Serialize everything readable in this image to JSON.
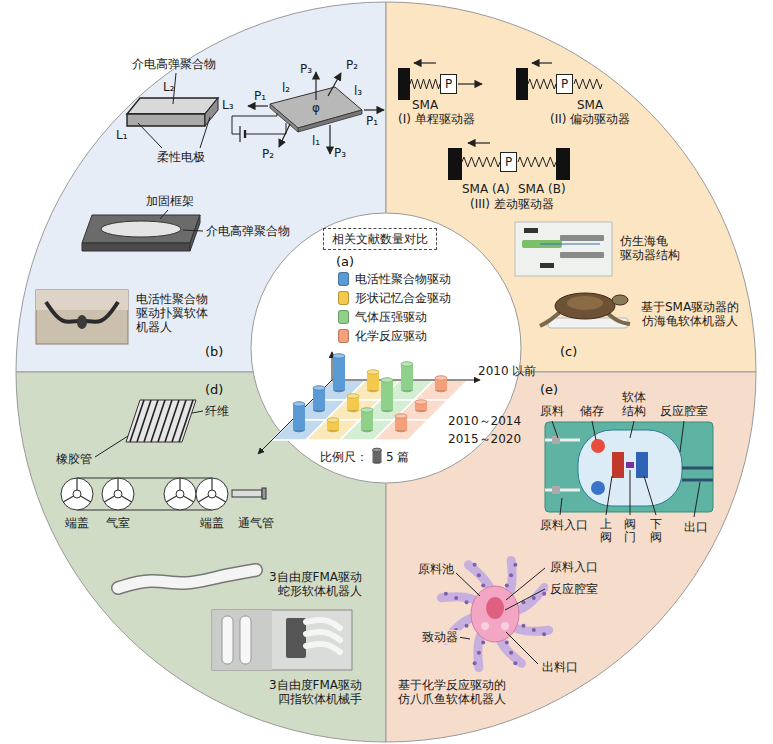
{
  "diagram": {
    "nodes": [
      {
        "text": [
          "(a)"
        ]
      },
      {
        "text": [
          "相关文献数量对比"
        ],
        "in": 0
      },
      {
        "text": [
          "(b)"
        ]
      },
      {
        "text": [
          "(c)"
        ]
      },
      {
        "text": [
          "P"
        ],
        "in": 3
      },
      {
        "text": [
          "P"
        ],
        "in": 3
      },
      {
        "text": [
          "P"
        ],
        "in": 3
      },
      {
        "text": [
          "(d)"
        ]
      },
      {
        "text": [
          "(e)"
        ]
      }
    ],
    "labels": [
      "介电高弹聚合物",
      "L₂",
      "L₃",
      "L₁",
      "柔性电极",
      "P₃",
      "P₂",
      "P₁",
      "l₂",
      "l₃",
      "φ",
      "P₁",
      "l₁",
      "P₂",
      "P₃",
      "加固框架",
      "介电高弹聚合物",
      "电活性聚合物 驱动扑翼软体 机器人",
      "SMA",
      "(I) 单程驱动器",
      "SMA",
      "(II) 偏动驱动器",
      "SMA (A)",
      "SMA (B)",
      "(III) 差动驱动器",
      "仿生海龟 驱动器结构",
      "基于SMA驱动器的 仿海龟软体机器人",
      "纤维",
      "橡胶管",
      "端盖",
      "气室",
      "端盖",
      "通气管",
      "3自由度FMA驱动 蛇形软体机器人",
      "3自由度FMA驱动 四指软体机械手",
      "原料",
      "储存",
      "软体 结构",
      "反应腔室",
      "原料入口",
      "上阀",
      "阀门",
      "下阀",
      "出口",
      "原料池",
      "原料入口",
      "反应腔室",
      "致动器",
      "出料口",
      "基于化学反应驱动的 仿八爪鱼软体机器人",
      "2010 以前",
      "2010～2014",
      "2015～2020",
      "比例尺：",
      "5 篇"
    ],
    "legend": [
      {
        "text": "电活性聚合物驱动",
        "color": "#5b9bd5"
      },
      {
        "text": "形状记忆合金驱动",
        "color": "#f2c94c"
      },
      {
        "text": "气体压强驱动",
        "color": "#8fd18a"
      },
      {
        "text": "化学反应驱动",
        "color": "#f4a07a"
      }
    ]
  }
}
